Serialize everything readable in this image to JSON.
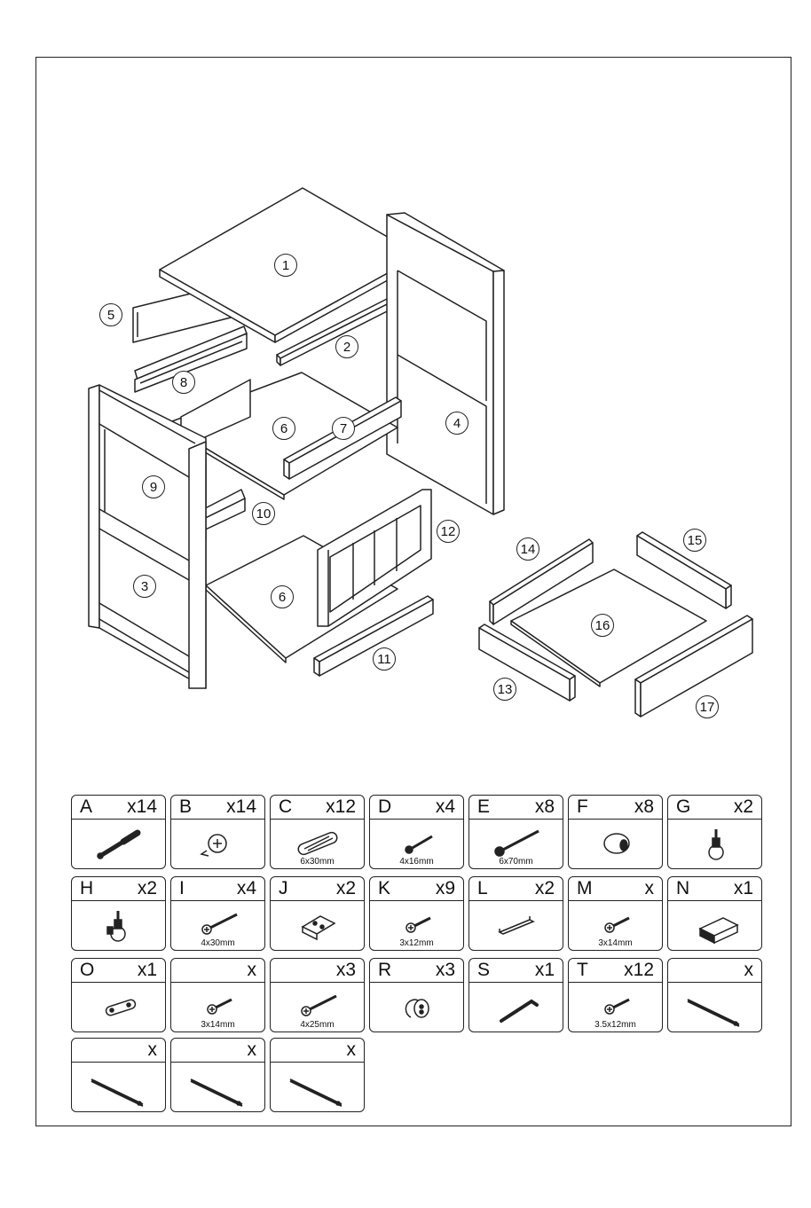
{
  "callouts": [
    "1",
    "2",
    "3",
    "4",
    "5",
    "6",
    "6",
    "7",
    "8",
    "9",
    "10",
    "11",
    "12",
    "13",
    "14",
    "15",
    "16",
    "17"
  ],
  "hardware": [
    {
      "letter": "A",
      "qty": "x14",
      "icon": "cam-bolt-icon",
      "size": ""
    },
    {
      "letter": "B",
      "qty": "x14",
      "icon": "cam-lock-icon",
      "size": ""
    },
    {
      "letter": "C",
      "qty": "x12",
      "icon": "wooden-dowel-icon",
      "size": "6x30mm"
    },
    {
      "letter": "D",
      "qty": "x4",
      "icon": "bolt-icon",
      "size": "4x16mm"
    },
    {
      "letter": "E",
      "qty": "x8",
      "icon": "long-bolt-icon",
      "size": "6x70mm"
    },
    {
      "letter": "F",
      "qty": "x8",
      "icon": "barrel-nut-icon",
      "size": ""
    },
    {
      "letter": "G",
      "qty": "x2",
      "icon": "caster-wheel-icon",
      "size": ""
    },
    {
      "letter": "H",
      "qty": "x2",
      "icon": "caster-wheel-brake-icon",
      "size": ""
    },
    {
      "letter": "I",
      "qty": "x4",
      "icon": "wood-screw-icon",
      "size": "4x30mm"
    },
    {
      "letter": "J",
      "qty": "x2",
      "icon": "z-bracket-icon",
      "size": ""
    },
    {
      "letter": "K",
      "qty": "x9",
      "icon": "short-screw-icon",
      "size": "3x12mm"
    },
    {
      "letter": "L",
      "qty": "x2",
      "icon": "handle-icon",
      "size": ""
    },
    {
      "letter": "M",
      "qty": "x",
      "icon": "short-screw-icon",
      "size": "3x14mm"
    },
    {
      "letter": "N",
      "qty": "x1",
      "icon": "magnetic-catch-icon",
      "size": ""
    },
    {
      "letter": "O",
      "qty": "x1",
      "icon": "catch-plate-icon",
      "size": ""
    },
    {
      "letter": "",
      "qty": "x",
      "icon": "short-screw-icon",
      "size": "3x14mm"
    },
    {
      "letter": "",
      "qty": "x3",
      "icon": "wood-screw-icon",
      "size": "4x25mm"
    },
    {
      "letter": "R",
      "qty": "x3",
      "icon": "coat-hook-icon",
      "size": ""
    },
    {
      "letter": "S",
      "qty": "x1",
      "icon": "allen-key-icon",
      "size": ""
    },
    {
      "letter": "T",
      "qty": "x12",
      "icon": "short-screw-icon",
      "size": "3.5x12mm"
    },
    {
      "letter": "",
      "qty": "x",
      "icon": "drawer-runner-icon",
      "size": ""
    },
    {
      "letter": "",
      "qty": "x",
      "icon": "drawer-runner-icon",
      "size": ""
    },
    {
      "letter": "",
      "qty": "x",
      "icon": "drawer-runner-icon",
      "size": ""
    },
    {
      "letter": "",
      "qty": "x",
      "icon": "drawer-runner-icon",
      "size": ""
    }
  ]
}
